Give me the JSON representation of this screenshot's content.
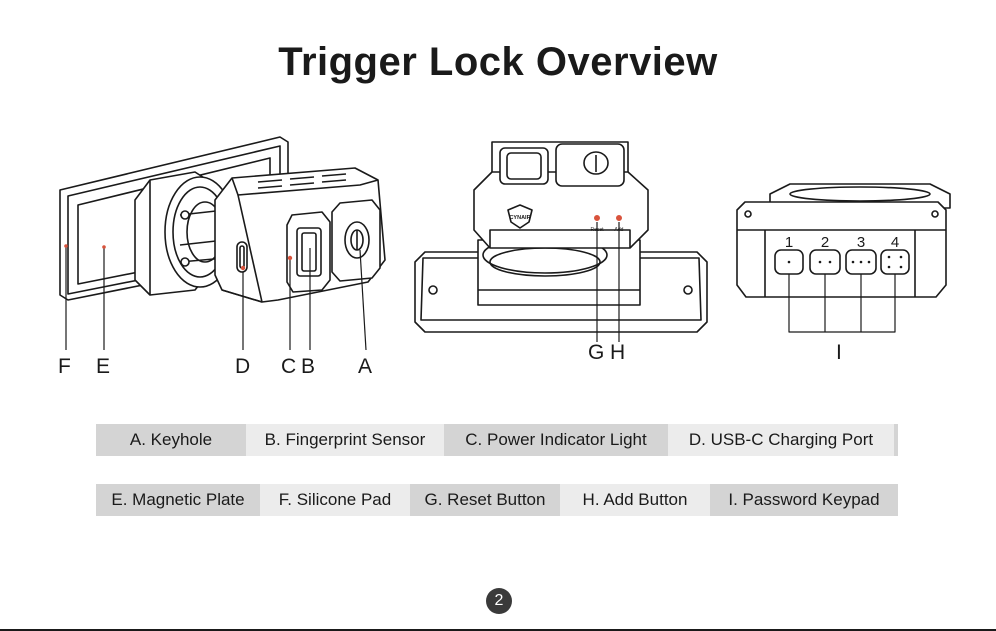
{
  "page": {
    "title": "Trigger Lock Overview",
    "page_number": "2"
  },
  "device_text": {
    "brand": "CYNAIR",
    "reset_label": "Reset",
    "add_label": "Add",
    "keypad_digits": [
      "1",
      "2",
      "3",
      "4"
    ]
  },
  "callouts": {
    "F": "F",
    "E": "E",
    "D": "D",
    "C": "C",
    "B": "B",
    "A": "A",
    "G": "G",
    "H": "H",
    "I": "I"
  },
  "legend": {
    "row1": [
      "A. Keyhole",
      "B. Fingerprint Sensor",
      "C. Power Indicator Light",
      "D. USB-C Charging Port"
    ],
    "row2": [
      "E. Magnetic Plate",
      "F. Silicone Pad",
      "G. Reset Button",
      "H. Add Button",
      "I. Password Keypad"
    ]
  },
  "colors": {
    "indicator_dot": "#d9533c",
    "legend_dark": "#d4d4d4",
    "legend_light": "#ececec",
    "badge": "#3a3a3a"
  }
}
